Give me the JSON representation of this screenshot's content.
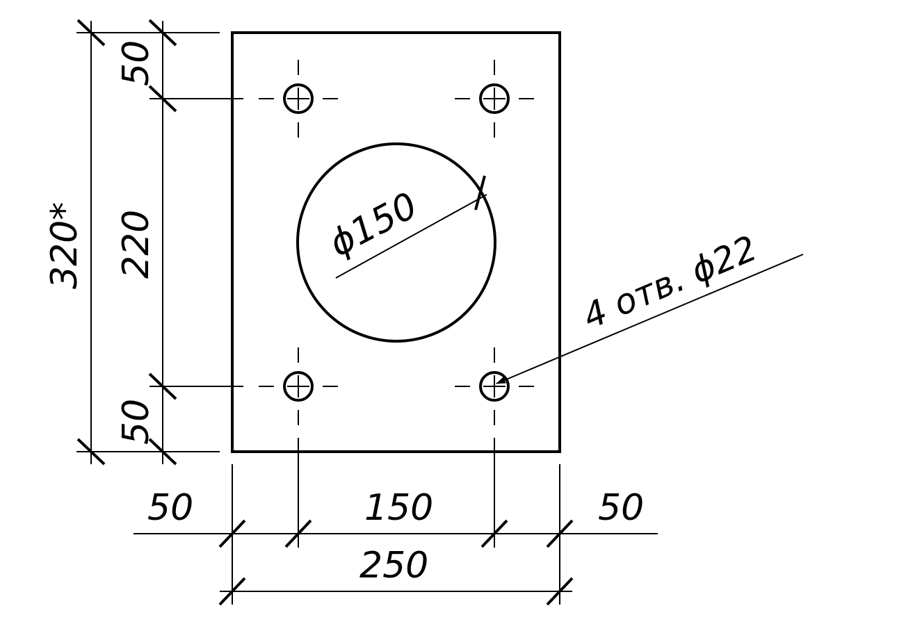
{
  "drawing": {
    "line_color": "#000000",
    "background": "#ffffff",
    "dimensions": {
      "left_margin": "50",
      "hole_spacing_horizontal": "150",
      "right_margin": "50",
      "overall_width": "250",
      "top_margin": "50",
      "hole_spacing_vertical": "220",
      "bottom_margin": "50",
      "overall_height": "320*"
    },
    "annotations": {
      "center_hole_diameter": "ϕ150",
      "small_holes_note": "4 отв. ϕ22"
    }
  }
}
